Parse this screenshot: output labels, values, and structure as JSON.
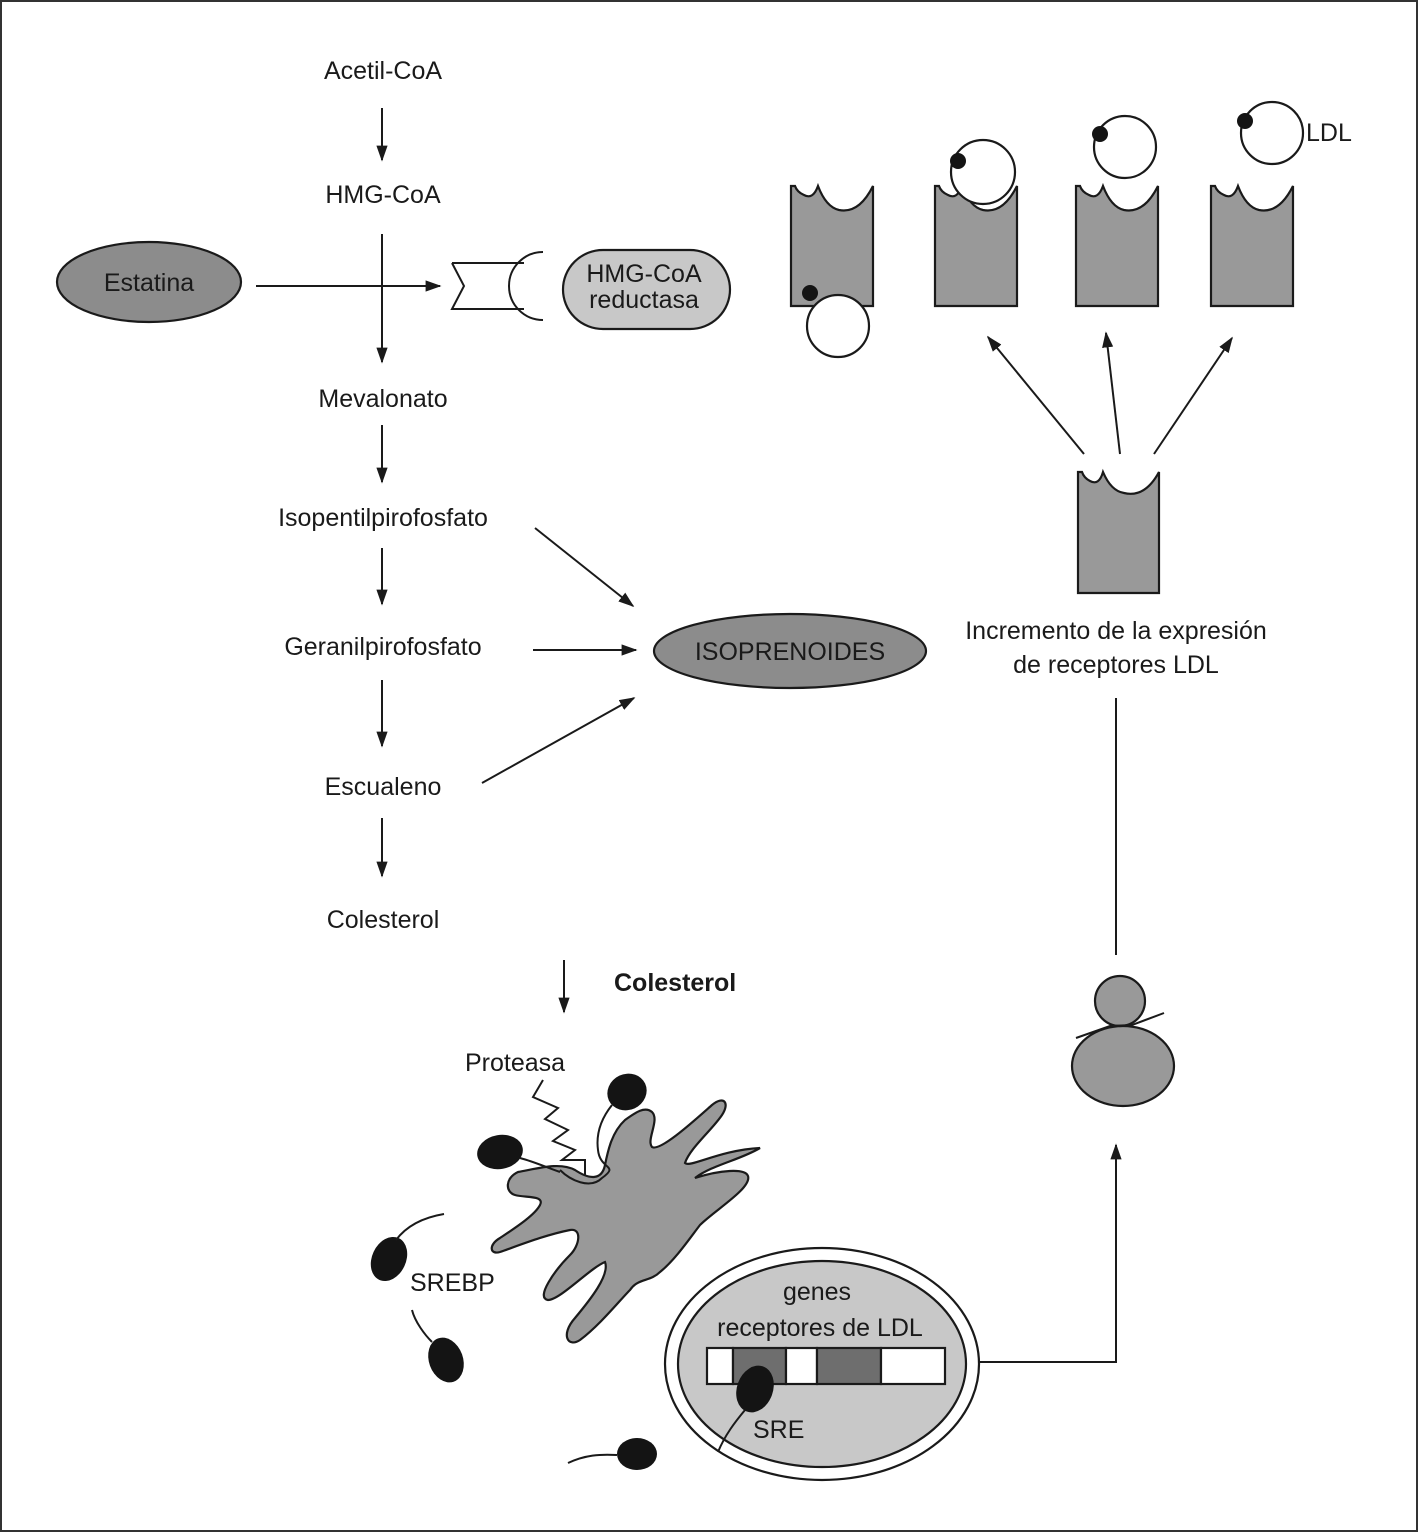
{
  "pathway": {
    "acetil_coa": "Acetil-CoA",
    "hmg_coa": "HMG-CoA",
    "mevalonato": "Mevalonato",
    "isopentilpirofosfato": "Isopentilpirofosfato",
    "geranilpirofosfato": "Geranilpirofosfato",
    "escualeno": "Escualeno",
    "colesterol": "Colesterol"
  },
  "statin": {
    "label": "Estatina"
  },
  "enzyme": {
    "line1": "HMG-CoA",
    "line2": "reductasa"
  },
  "isoprenoids": {
    "label": "ISOPRENOIDES"
  },
  "ldl": {
    "label": "LDL",
    "expression_line1": "Incremento de la expresión",
    "expression_line2": "de receptores LDL"
  },
  "cell": {
    "colesterol_bold": "Colesterol",
    "protease": "Proteasa",
    "srebp": "SREBP",
    "genes_line1": "genes",
    "genes_line2": "receptores de LDL",
    "sre": "SRE"
  },
  "colors": {
    "dark_gray": "#8c8c8c",
    "mid_gray": "#999999",
    "light_gray": "#c8c8c8",
    "gene_dark": "#6e6e6e",
    "black": "#141414"
  }
}
